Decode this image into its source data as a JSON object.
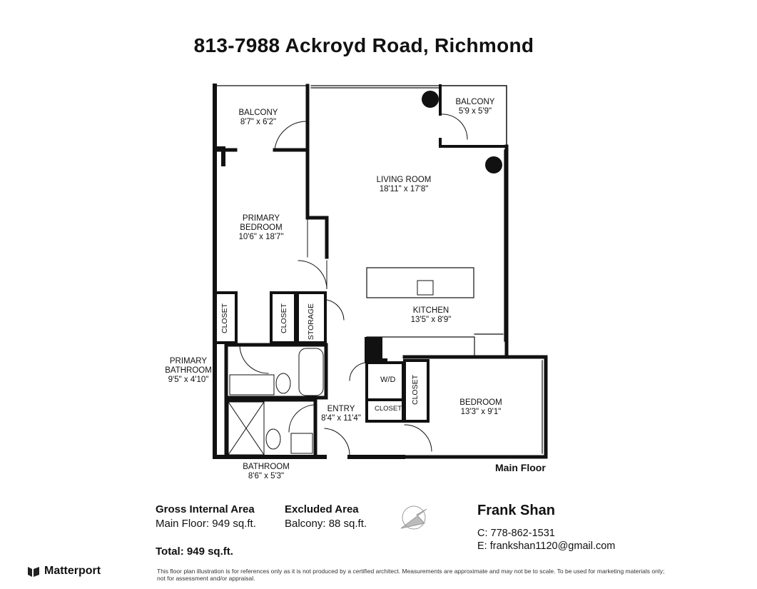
{
  "title": "813-7988 Ackroyd Road, Richmond",
  "rooms": {
    "balcony1": {
      "name": "BALCONY",
      "dims": "8'7\" x 6'2\""
    },
    "balcony2": {
      "name": "BALCONY",
      "dims": "5'9 x 5'9\""
    },
    "living": {
      "name": "LIVING ROOM",
      "dims": "18'11\" x 17'8\""
    },
    "primary_bedroom": {
      "name1": "PRIMARY",
      "name2": "BEDROOM",
      "dims": "10'6\" x 18'7\""
    },
    "kitchen": {
      "name": "KITCHEN",
      "dims": "13'5\" x 8'9\""
    },
    "primary_bathroom": {
      "name1": "PRIMARY",
      "name2": "BATHROOM",
      "dims": "9'5\" x 4'10\""
    },
    "entry": {
      "name": "ENTRY",
      "dims": "8'4\" x 11'4\""
    },
    "bedroom": {
      "name": "BEDROOM",
      "dims": "13'3\" x 9'1\""
    },
    "bathroom": {
      "name": "BATHROOM",
      "dims": "8'6\" x 5'3\""
    },
    "closet1": "CLOSET",
    "closet2": "CLOSET",
    "storage": "STORAGE",
    "closet3": "CLOSET",
    "closet4": "CLOSET",
    "wd": "W/D"
  },
  "floor_name": "Main Floor",
  "areas": {
    "gross_heading": "Gross Internal Area",
    "gross_main": "Main Floor: 949 sq.ft.",
    "excluded_heading": "Excluded Area",
    "excluded_balcony": "Balcony: 88 sq.ft.",
    "total": "Total: 949 sq.ft."
  },
  "agent": {
    "name": "Frank Shan",
    "phone": "C: 778-862-1531",
    "email": "E: frankshan1120@gmail.com"
  },
  "brand": "Matterport",
  "disclaimer_line1": "This floor plan illustration is for references only as it is not produced by a certified architect. Measurements are approximate and may not be to scale. To be used for marketing materials only;",
  "disclaimer_line2": "not for assessment and/or appraisal."
}
